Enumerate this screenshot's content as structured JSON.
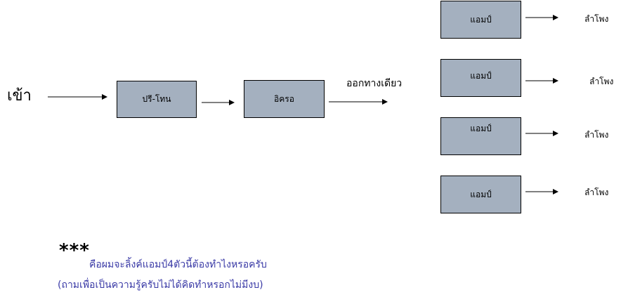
{
  "diagram": {
    "input_label": "เข้า",
    "preamp_label": "ปรี-โทน",
    "crossover_label": "อิครอ",
    "output_label": "ออกทางเดียว",
    "amps": [
      {
        "label": "แอมป์",
        "speaker": "ลำโพง"
      },
      {
        "label": "แอมป์",
        "speaker": "ลำโพง"
      },
      {
        "label": "แอมป์",
        "speaker": "ลำโพง"
      },
      {
        "label": "แอมป์",
        "speaker": "ลำโพง"
      }
    ]
  },
  "note": {
    "stars": "***",
    "line1": "คือผมจะลิ้งค์แอมป์4ตัวนี้ต้องทำไงหรอครับ",
    "line2": "(ถามเพื่อเป็นความรู้ครับไม่ได้คิดทำหรอกไม่มีงบ)"
  },
  "colors": {
    "block_fill": "#a4b0bf",
    "note_text": "#3a3aa6"
  }
}
